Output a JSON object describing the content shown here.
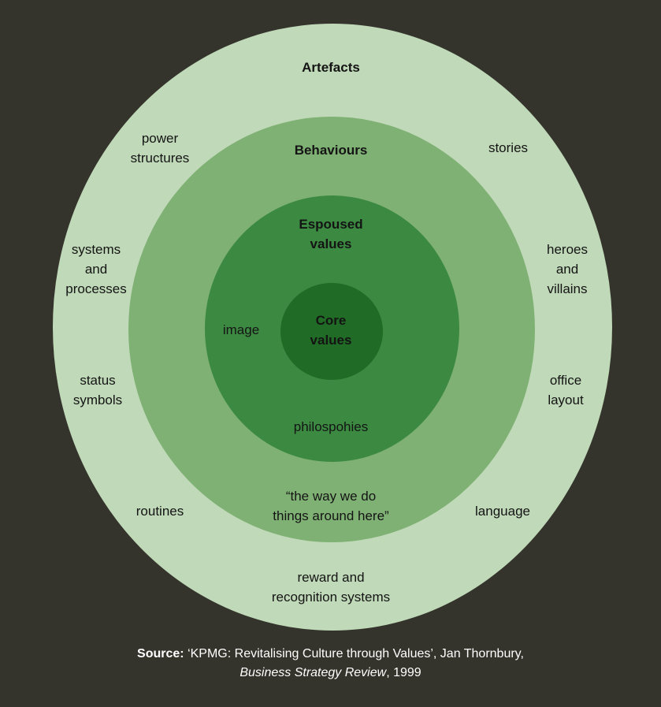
{
  "diagram": {
    "rings": [
      {
        "name": "Artefacts",
        "color": "#c0d9b8"
      },
      {
        "name": "Behaviours",
        "color": "#7fb174"
      },
      {
        "name": "Espoused values",
        "color": "#3c8a42"
      },
      {
        "name": "Core values",
        "color": "#206b25"
      }
    ],
    "titles": {
      "artefacts": "Artefacts",
      "behaviours": "Behaviours",
      "espoused_1": "Espoused",
      "espoused_2": "values",
      "core_1": "Core",
      "core_2": "values"
    },
    "artefact_items": {
      "power_1": "power",
      "power_2": "structures",
      "stories": "stories",
      "systems_1": "systems",
      "systems_2": "and",
      "systems_3": "processes",
      "heroes_1": "heroes",
      "heroes_2": "and",
      "heroes_3": "villains",
      "status_1": "status",
      "status_2": "symbols",
      "office_1": "office",
      "office_2": "layout",
      "routines": "routines",
      "language": "language",
      "reward_1": "reward and",
      "reward_2": "recognition systems"
    },
    "behaviour_items": {
      "way_1": "“the way we do",
      "way_2": "things around here”"
    },
    "espoused_items": {
      "image": "image",
      "philosophies": "philospohies"
    }
  },
  "caption": {
    "source_label": "Source:",
    "line1": " ‘KPMG: Revitalising Culture through Values’, Jan Thornbury,",
    "journal": "Business Strategy Review",
    "year": ", 1999"
  }
}
